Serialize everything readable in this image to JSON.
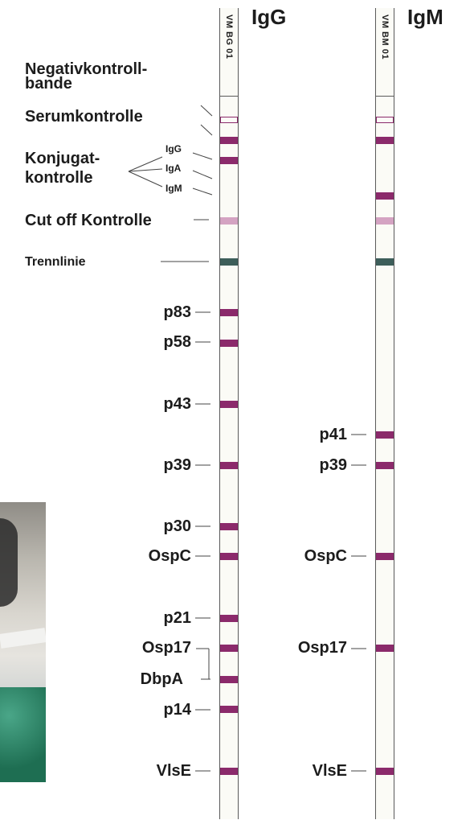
{
  "colors": {
    "band": "#8b2a6b",
    "cutoff": "#d4a3c2",
    "trenn": "#3d5e5a",
    "serum_outline": "#8b2a6b"
  },
  "strips": [
    {
      "heading": "IgG",
      "code": "VM BG 01"
    },
    {
      "heading": "IgM",
      "code": "VM BM 01"
    }
  ],
  "control_labels": {
    "negativ": [
      "Negativkontroll-",
      "bande"
    ],
    "serum": "Serumkontrolle",
    "konjugat": [
      "Konjugat-",
      "kontrolle"
    ],
    "konjugat_sub": [
      "IgG",
      "IgA",
      "IgM"
    ],
    "cutoff": "Cut off Kontrolle",
    "trenn": "Trennlinie"
  },
  "igg_bands": [
    "p83",
    "p58",
    "p43",
    "p39",
    "p30",
    "OspC",
    "p21",
    "Osp17",
    "DbpA",
    "p14",
    "VlsE"
  ],
  "igm_bands": [
    "p41",
    "p39",
    "OspC",
    "Osp17",
    "VlsE"
  ]
}
